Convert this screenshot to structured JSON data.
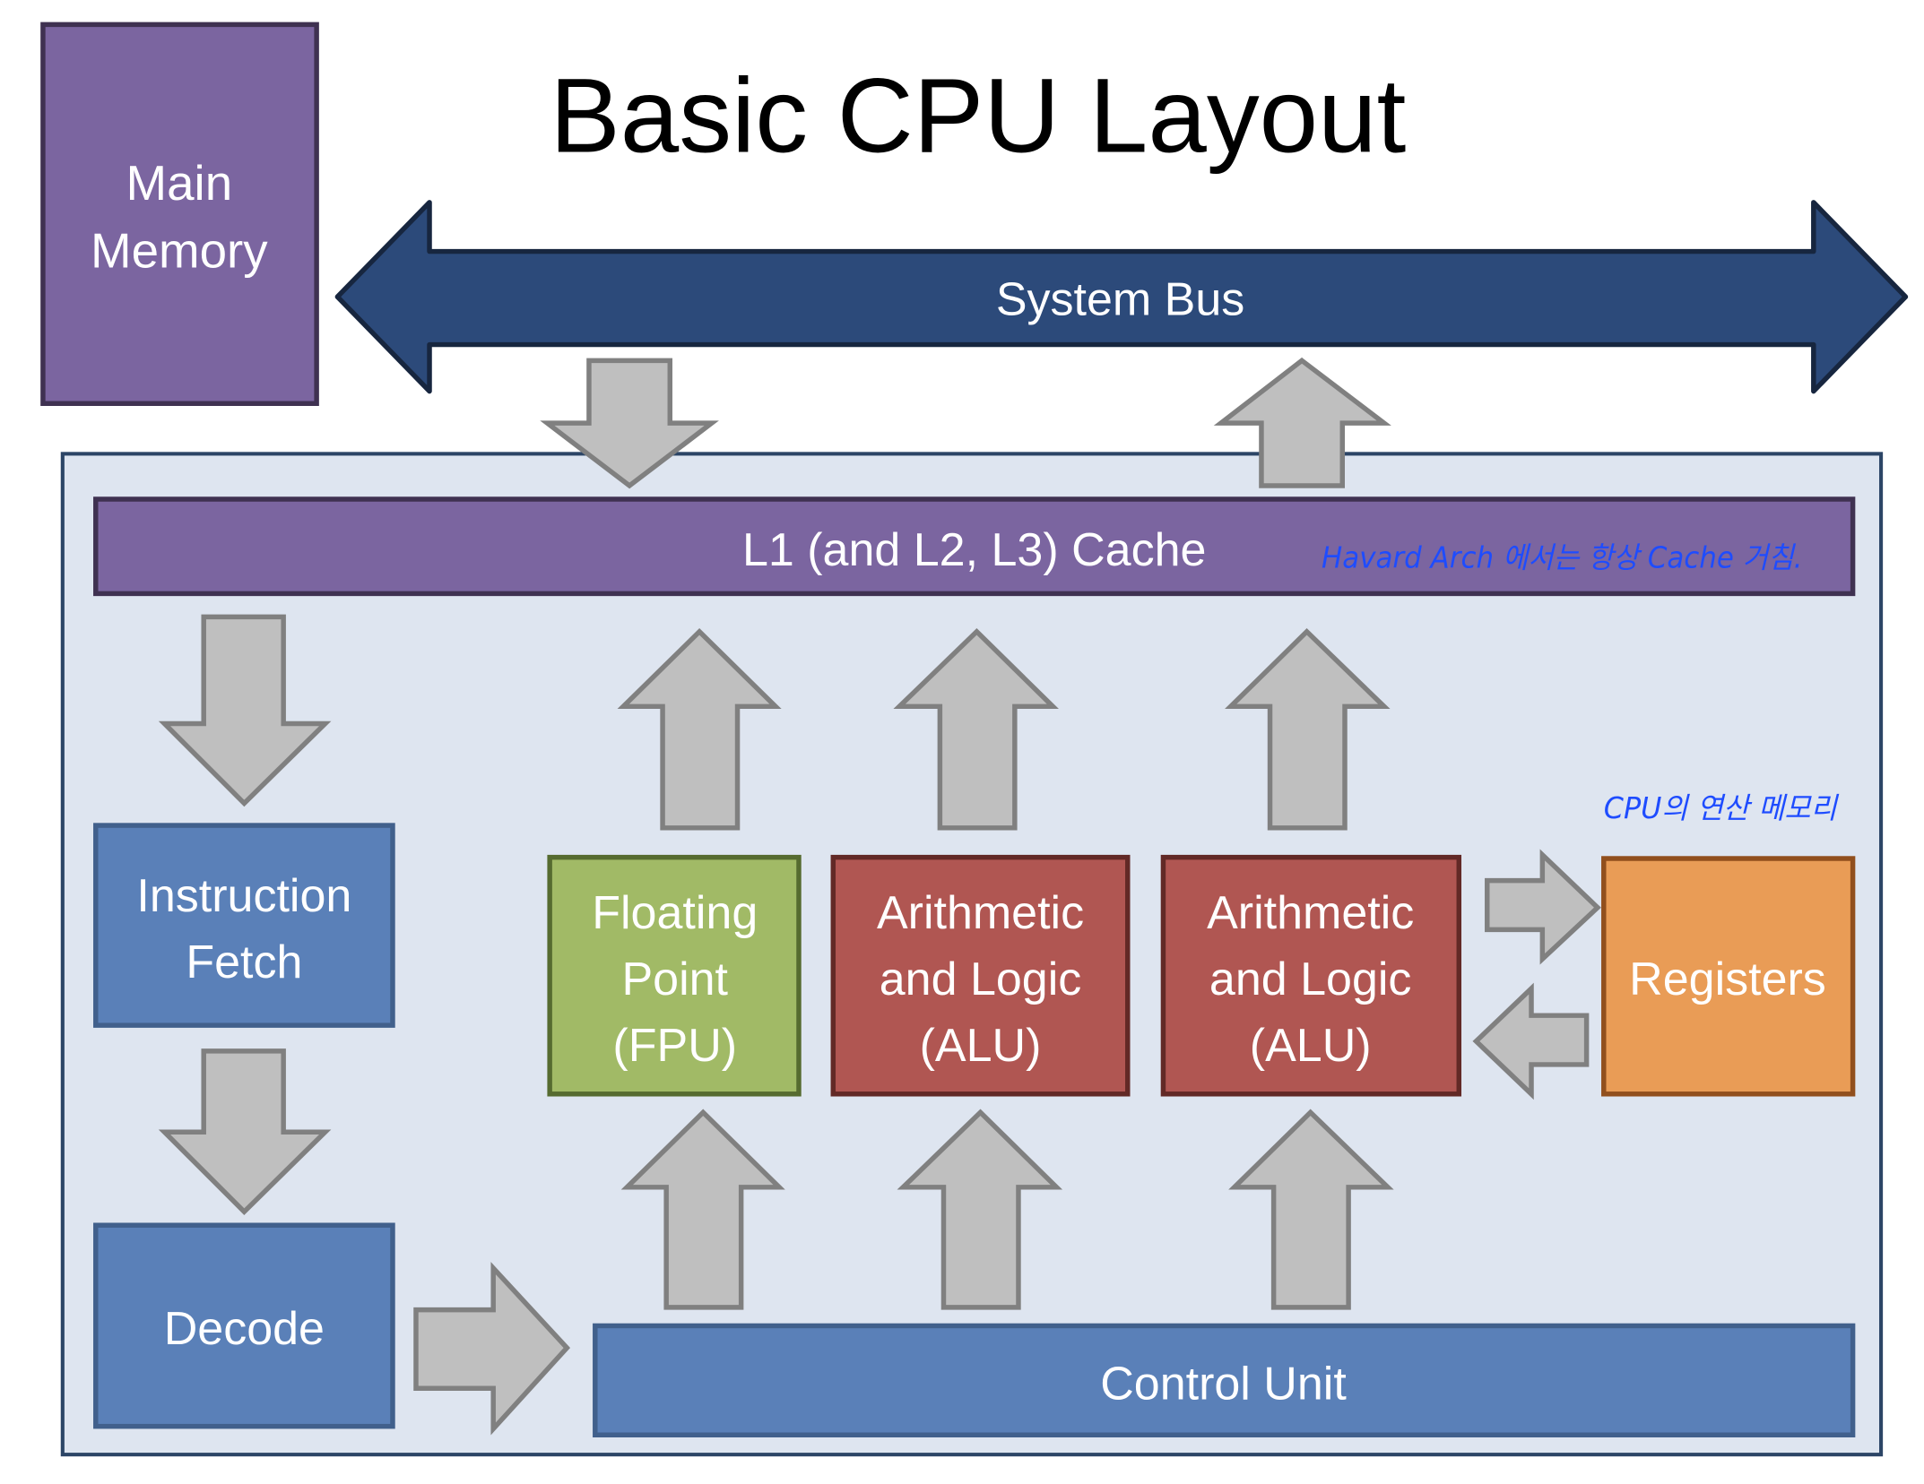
{
  "title": "Basic CPU Layout",
  "main_memory": {
    "line1": "Main",
    "line2": "Memory"
  },
  "system_bus": {
    "label": "System Bus"
  },
  "cache": {
    "label": "L1 (and L2, L3) Cache",
    "annotation": "Havard Arch 에서는 항상 Cache 거침."
  },
  "instruction_fetch": {
    "line1": "Instruction",
    "line2": "Fetch"
  },
  "decode": {
    "label": "Decode"
  },
  "fpu": {
    "line1": "Floating",
    "line2": "Point",
    "line3": "(FPU)"
  },
  "alu1": {
    "line1": "Arithmetic",
    "line2": "and Logic",
    "line3": "(ALU)"
  },
  "alu2": {
    "line1": "Arithmetic",
    "line2": "and Logic",
    "line3": "(ALU)"
  },
  "registers": {
    "label": "Registers",
    "annotation": "CPU의 연산 메모리"
  },
  "control_unit": {
    "label": "Control Unit"
  },
  "colors": {
    "purple": "#7B65A0",
    "bus_blue": "#2C4A7A",
    "container": "#DEE5F0",
    "unit_blue": "#5A80B8",
    "fpu_green": "#A1BA66",
    "alu_red": "#B05652",
    "registers_orange": "#E99C56",
    "arrow_gray": "#BFBFBF",
    "annotation_blue": "#1E4CFF"
  }
}
